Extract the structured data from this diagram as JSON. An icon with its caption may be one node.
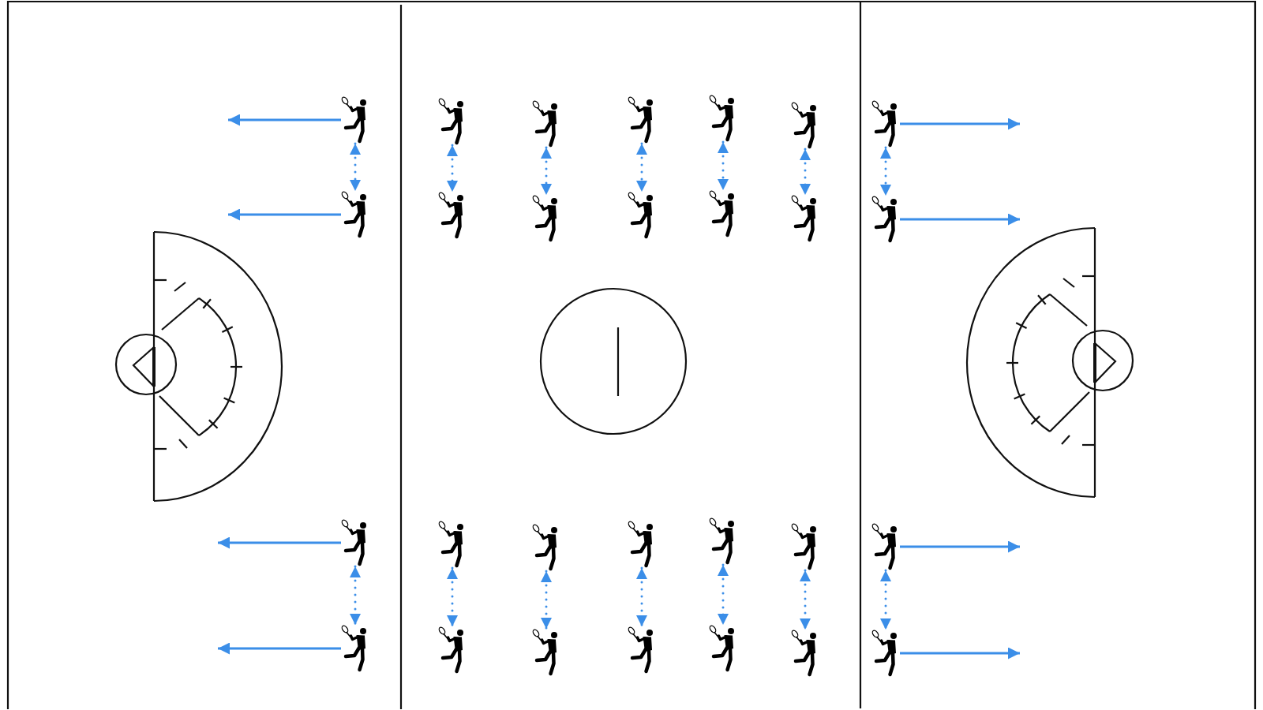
{
  "diagram": {
    "nodes": [
      {
        "text": [],
        "shape": "person"
      },
      {
        "text": [],
        "shape": "person"
      },
      {
        "text": [],
        "shape": "person"
      },
      {
        "text": [],
        "shape": "person"
      },
      {
        "text": [],
        "shape": "person"
      },
      {
        "text": [],
        "shape": "person"
      },
      {
        "text": [],
        "shape": "person"
      },
      {
        "text": [],
        "shape": "person"
      },
      {
        "text": [],
        "shape": "person"
      },
      {
        "text": [],
        "shape": "person"
      },
      {
        "text": [],
        "shape": "person"
      },
      {
        "text": [],
        "shape": "person"
      },
      {
        "text": [],
        "shape": "person"
      },
      {
        "text": [],
        "shape": "person"
      },
      {
        "text": [],
        "shape": "person"
      },
      {
        "text": [],
        "shape": "person"
      },
      {
        "text": [],
        "shape": "person"
      },
      {
        "text": [],
        "shape": "person"
      },
      {
        "text": [],
        "shape": "person"
      },
      {
        "text": [],
        "shape": "person"
      },
      {
        "text": [],
        "shape": "person"
      },
      {
        "text": [],
        "shape": "person"
      },
      {
        "text": [],
        "shape": "person"
      },
      {
        "text": [],
        "shape": "person"
      },
      {
        "text": [],
        "shape": "person"
      },
      {
        "text": [],
        "shape": "person"
      },
      {
        "text": [],
        "shape": "person"
      },
      {
        "text": [],
        "shape": "person"
      }
    ],
    "edges": [
      {
        "from": 0,
        "to": null,
        "arrow": "to"
      },
      {
        "from": 6,
        "to": null,
        "arrow": "to"
      },
      {
        "from": 0,
        "to": 7,
        "arrow": "both",
        "style": "dashed"
      },
      {
        "from": 1,
        "to": 8,
        "arrow": "both",
        "style": "dashed"
      },
      {
        "from": 2,
        "to": 9,
        "arrow": "both",
        "style": "dashed"
      },
      {
        "from": 3,
        "to": 10,
        "arrow": "both",
        "style": "dashed"
      },
      {
        "from": 4,
        "to": 11,
        "arrow": "both",
        "style": "dashed"
      },
      {
        "from": 5,
        "to": 12,
        "arrow": "both",
        "style": "dashed"
      },
      {
        "from": 6,
        "to": 13,
        "arrow": "both",
        "style": "dashed"
      },
      {
        "from": 7,
        "to": null,
        "arrow": "to"
      },
      {
        "from": 13,
        "to": null,
        "arrow": "to"
      },
      {
        "from": 14,
        "to": null,
        "arrow": "to"
      },
      {
        "from": 20,
        "to": null,
        "arrow": "to"
      },
      {
        "from": 14,
        "to": 21,
        "arrow": "both",
        "style": "dashed"
      },
      {
        "from": 15,
        "to": 22,
        "arrow": "both",
        "style": "dashed"
      },
      {
        "from": 16,
        "to": 23,
        "arrow": "both",
        "style": "dashed"
      },
      {
        "from": 17,
        "to": 24,
        "arrow": "both",
        "style": "dashed"
      },
      {
        "from": 18,
        "to": 25,
        "arrow": "both",
        "style": "dashed"
      },
      {
        "from": 19,
        "to": 26,
        "arrow": "both",
        "style": "dashed"
      },
      {
        "from": 20,
        "to": 27,
        "arrow": "both",
        "style": "dashed"
      },
      {
        "from": 21,
        "to": null,
        "arrow": "to"
      },
      {
        "from": 27,
        "to": null,
        "arrow": "to"
      }
    ]
  }
}
